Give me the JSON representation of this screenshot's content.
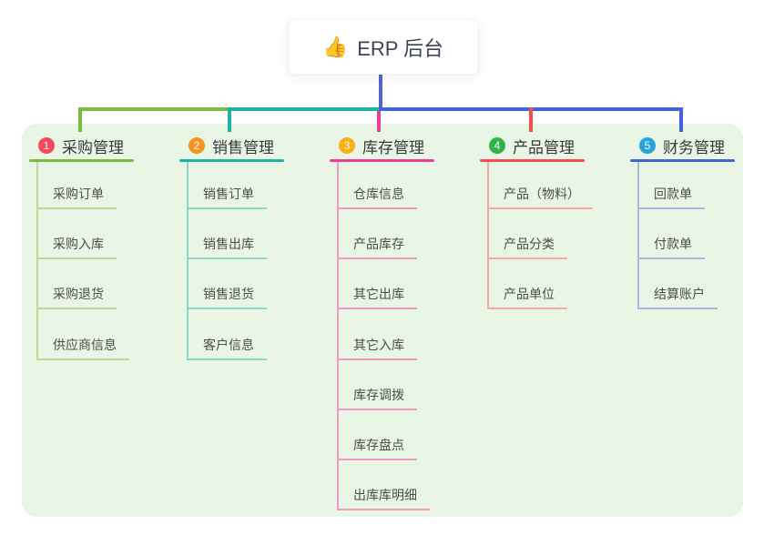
{
  "root": {
    "icon": "👍",
    "title": "ERP 后台"
  },
  "colors": {
    "panel_background": "#eaf6e5",
    "trunk": "#5566c4",
    "root_text": "#3e4257"
  },
  "branches": [
    {
      "number": "1",
      "title": "采购管理",
      "badge_color": "#f5495e",
      "line_color": "#7cb93f",
      "child_line_color": "#b7dc94",
      "children": [
        "采购订单",
        "采购入库",
        "采购退货",
        "供应商信息"
      ]
    },
    {
      "number": "2",
      "title": "销售管理",
      "badge_color": "#f7941d",
      "line_color": "#1eb3a5",
      "child_line_color": "#89d6cd",
      "children": [
        "销售订单",
        "销售出库",
        "销售退货",
        "客户信息"
      ]
    },
    {
      "number": "3",
      "title": "库存管理",
      "badge_color": "#fbb017",
      "line_color": "#e93f9c",
      "child_line_color": "#f498c6",
      "children": [
        "仓库信息",
        "产品库存",
        "其它出库",
        "其它入库",
        "库存调拨",
        "库存盘点",
        "出库库明细"
      ]
    },
    {
      "number": "4",
      "title": "产品管理",
      "badge_color": "#2fb44a",
      "line_color": "#f84c4c",
      "child_line_color": "#fba6a6",
      "children": [
        "产品（物料）",
        "产品分类",
        "产品单位"
      ]
    },
    {
      "number": "5",
      "title": "财务管理",
      "badge_color": "#29a3dc",
      "line_color": "#4066d6",
      "child_line_color": "#a6b8e6",
      "children": [
        "回款单",
        "付款单",
        "结算账户"
      ]
    }
  ]
}
